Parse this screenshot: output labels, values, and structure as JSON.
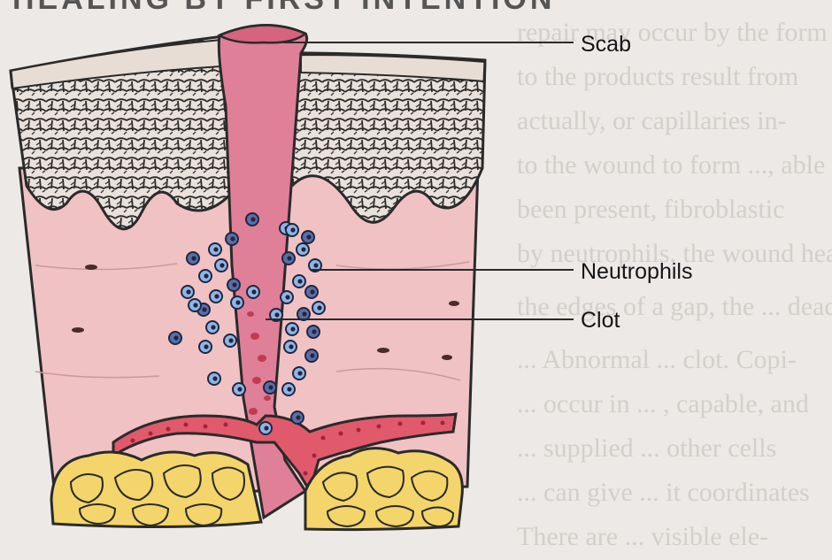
{
  "heading": "HEALING BY FIRST INTENTION",
  "labels": {
    "scab": "Scab",
    "neutrophils": "Neutrophils",
    "clot": "Clot"
  },
  "colors": {
    "background": "#ece9e6",
    "epidermis_fill": "#d8d0cc",
    "dermis": "#f0c2c4",
    "wound_track": "#e07f98",
    "blood_vessel": "#e05a6c",
    "fat": "#f3d56c",
    "neutrophil": "#8fb6e8",
    "line": "#2a2a2a"
  }
}
